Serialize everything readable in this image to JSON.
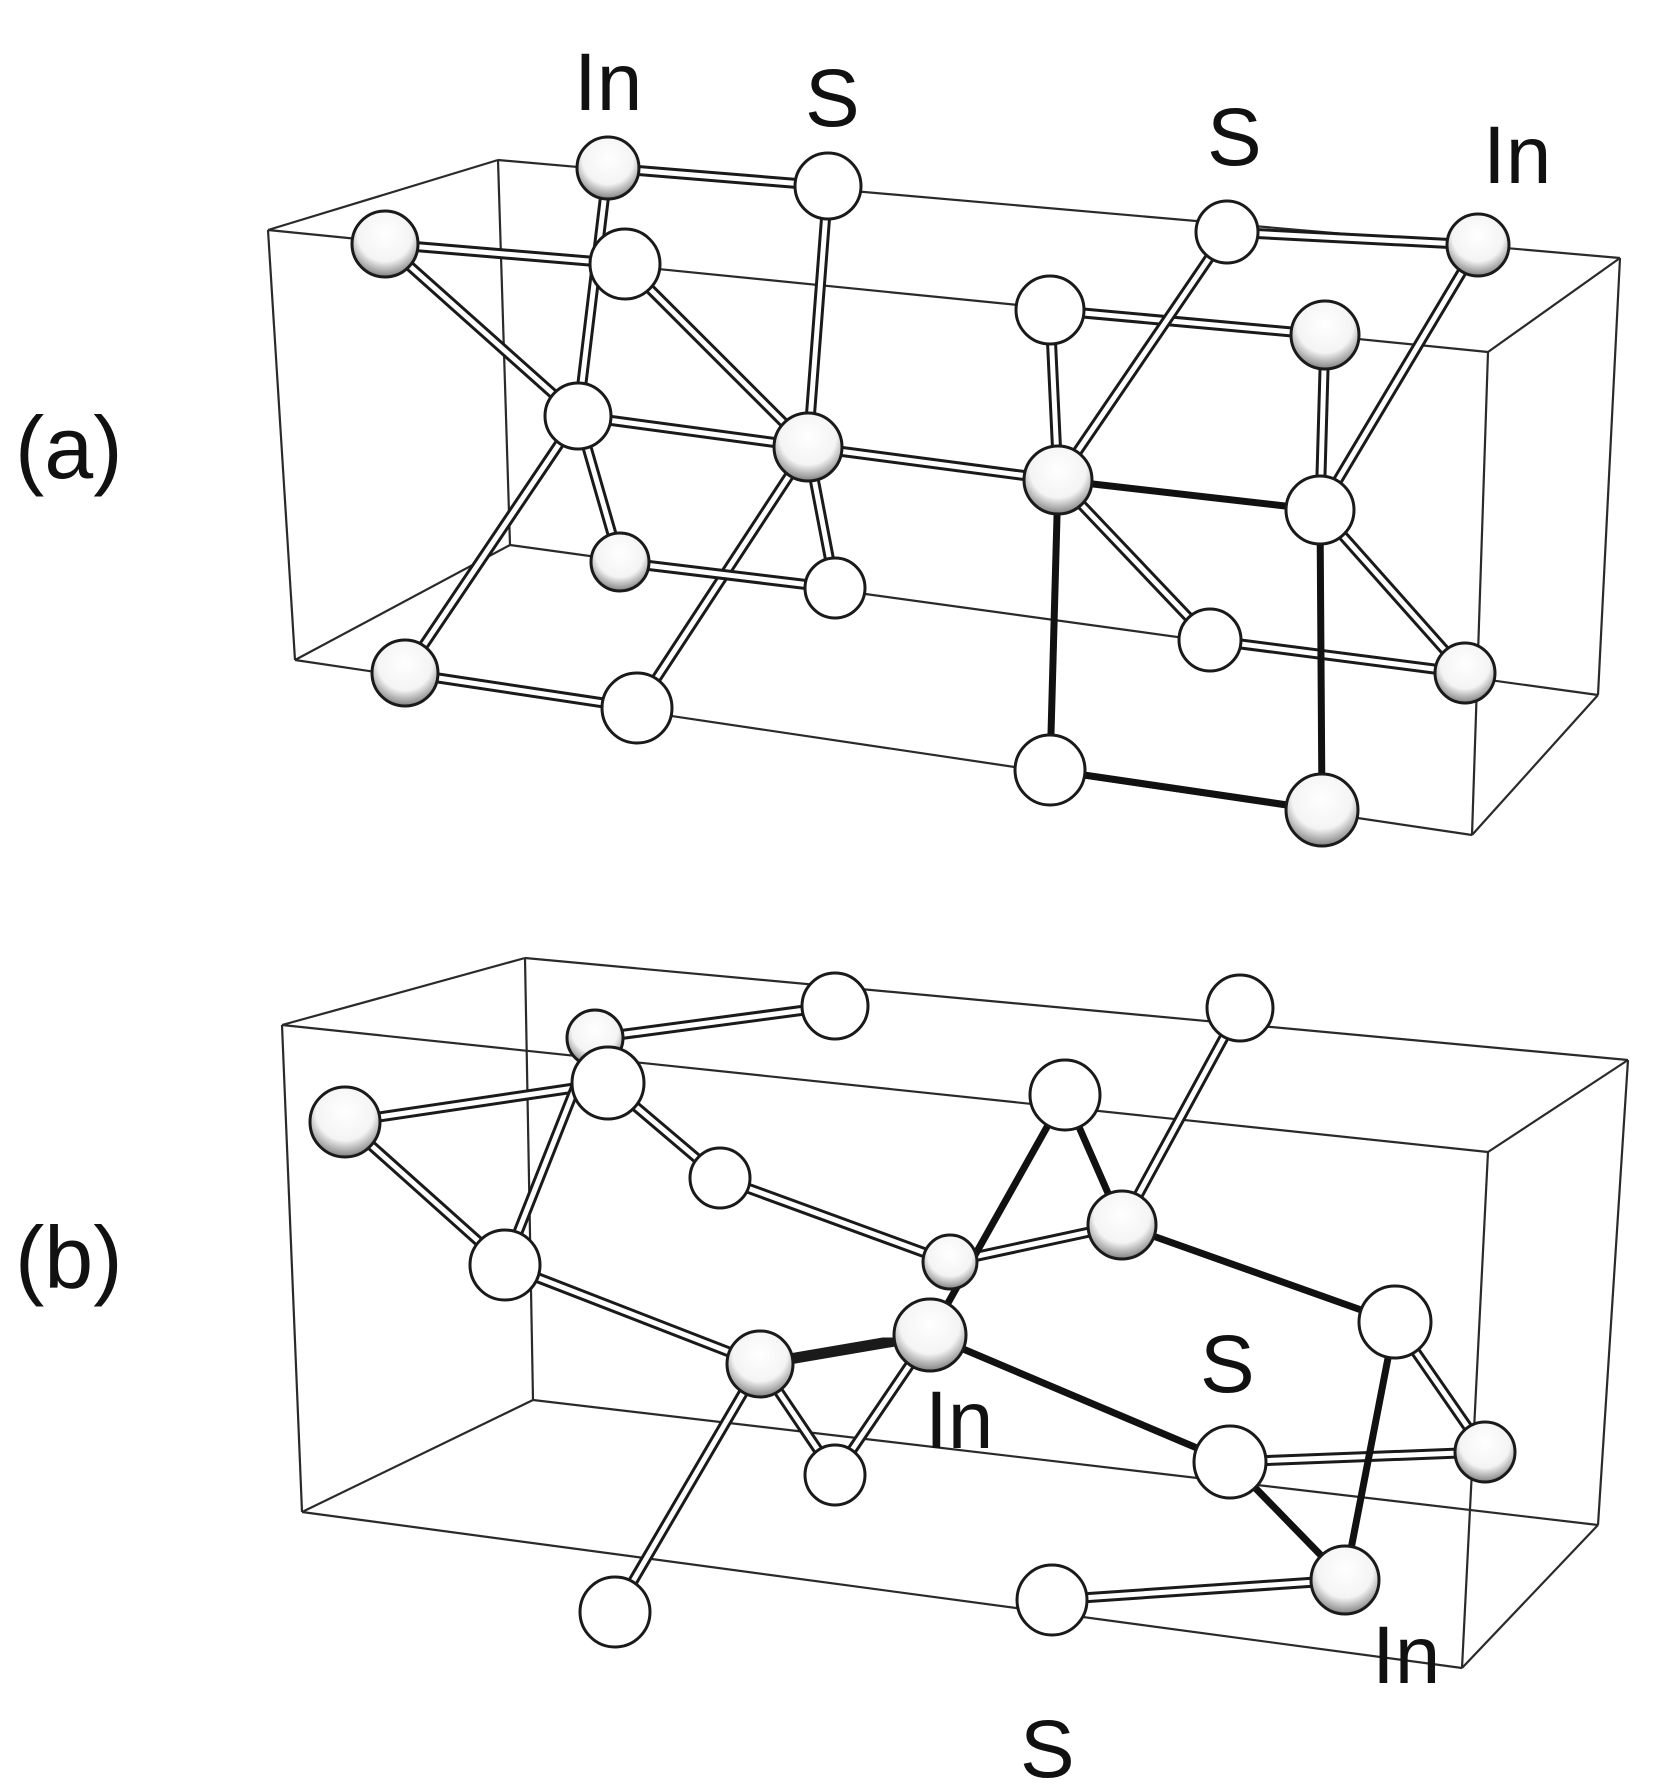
{
  "figure": {
    "panels": [
      {
        "id": "a",
        "label": "(a)",
        "atom_labels": [
          "In",
          "S",
          "S",
          "In"
        ]
      },
      {
        "id": "b",
        "label": "(b)",
        "atom_labels": [
          "S",
          "In",
          "In",
          "S"
        ]
      }
    ]
  }
}
